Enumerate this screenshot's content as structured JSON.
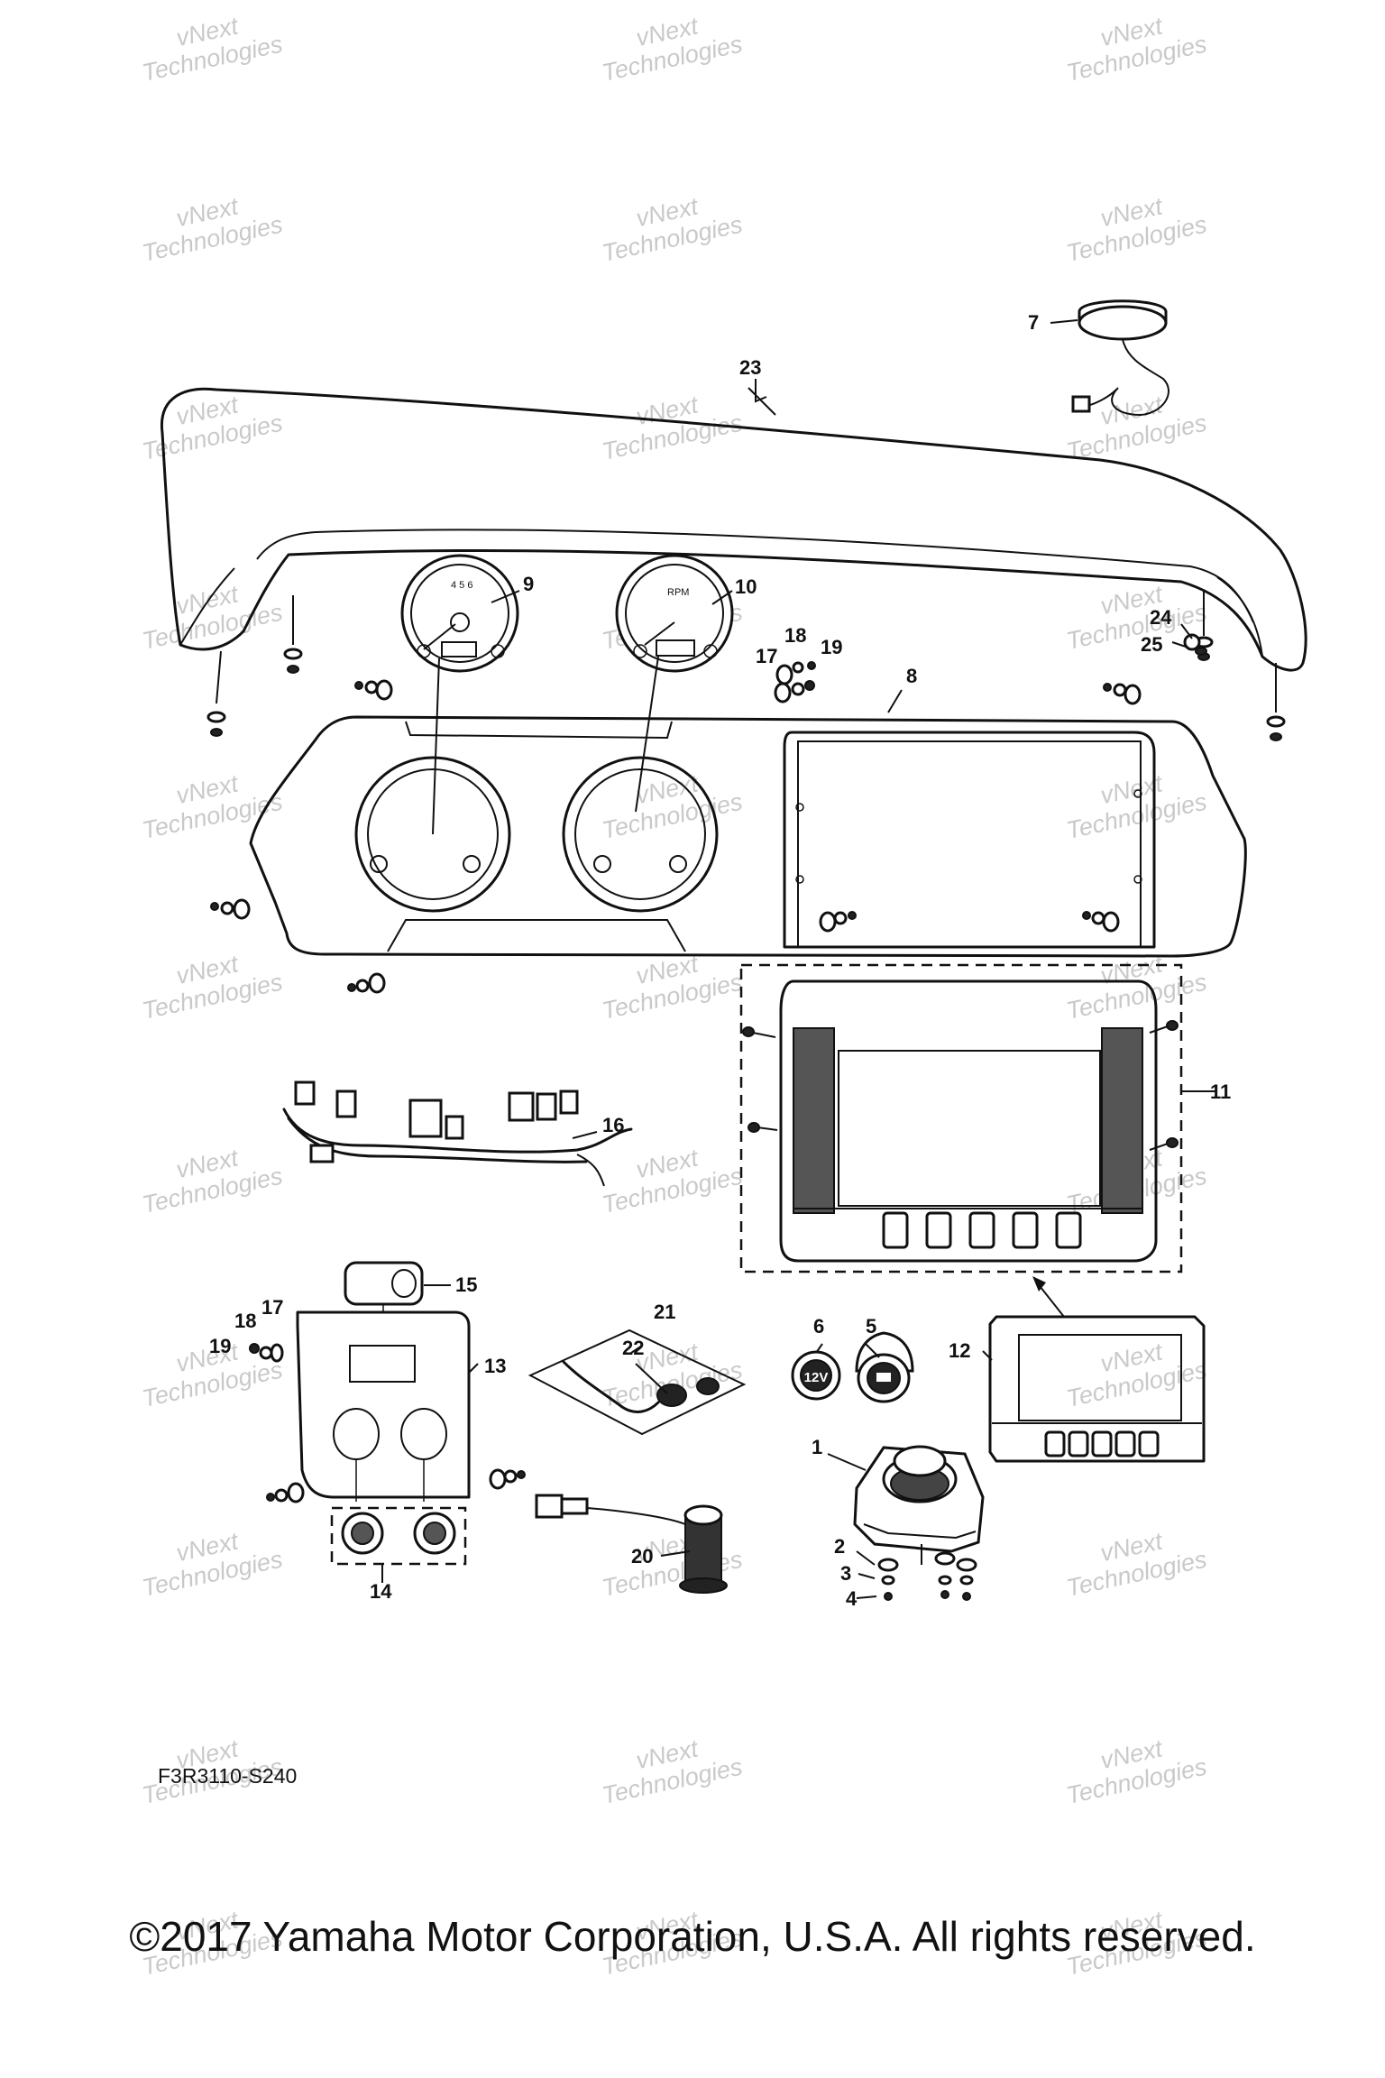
{
  "diagram_code": "F3R3110-S240",
  "copyright": "©2017 Yamaha Motor Corporation, U.S.A. All rights reserved.",
  "watermark": [
    "vNext",
    "Technologies"
  ],
  "labels": {
    "p1": "1",
    "p2": "2",
    "p3": "3",
    "p4": "4",
    "p5": "5",
    "p6": "6",
    "p7": "7",
    "p8": "8",
    "p9": "9",
    "p10": "10",
    "p11": "11",
    "p12": "12",
    "p13": "13",
    "p14": "14",
    "p15": "15",
    "p16": "16",
    "p17": "17",
    "p17b": "17",
    "p18": "18",
    "p18b": "18",
    "p19": "19",
    "p19b": "19",
    "p20": "20",
    "p21": "21",
    "p22": "22",
    "p23": "23",
    "p24": "24",
    "p25": "25"
  },
  "outlet_12v_text": "12V"
}
